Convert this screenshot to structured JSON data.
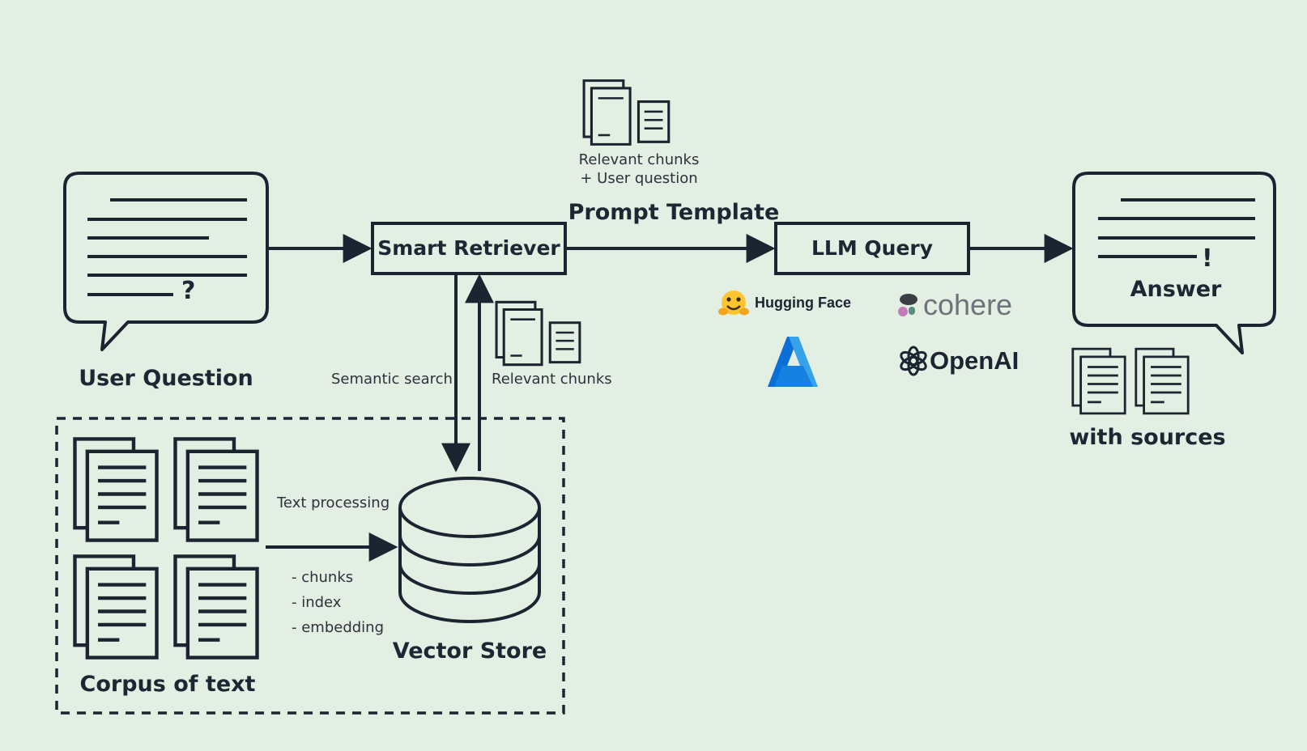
{
  "user_question": {
    "label": "User Question",
    "mark": "?"
  },
  "smart_retriever": {
    "label": "Smart Retriever"
  },
  "prompt_template": {
    "title": "Prompt Template",
    "caption_line1": "Relevant chunks",
    "caption_line2": "+ User question"
  },
  "llm_query": {
    "label": "LLM Query",
    "providers": [
      {
        "name": "Hugging Face",
        "icon": "hugging-face-icon"
      },
      {
        "name": "cohere",
        "icon": "cohere-icon"
      },
      {
        "name": "",
        "icon": "azure-icon"
      },
      {
        "name": "OpenAI",
        "icon": "openai-icon"
      }
    ]
  },
  "answer": {
    "label": "Answer",
    "mark": "!",
    "sources_label": "with sources"
  },
  "retrieval": {
    "down_label": "Semantic search",
    "up_label": "Relevant chunks"
  },
  "corpus": {
    "label": "Corpus of text"
  },
  "processing": {
    "label": "Text processing",
    "steps": [
      "- chunks",
      "- index",
      "- embedding"
    ]
  },
  "vector_store": {
    "label": "Vector Store"
  },
  "colors": {
    "background": "#e4efe3",
    "stroke": "#1b2430",
    "hf_yellow": "#ffc531",
    "azure_blue": "#0a6fd6",
    "cohere_grey": "#6e7379"
  }
}
